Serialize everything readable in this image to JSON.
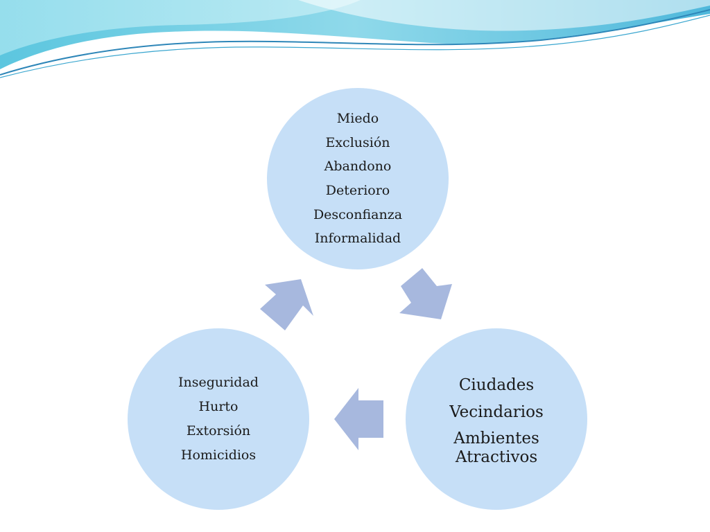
{
  "diagram": {
    "nodes": [
      {
        "id": "top",
        "lines": [
          "Miedo",
          "Exclusión",
          "Abandono",
          "Deterioro",
          "Desconfianza",
          "Informalidad"
        ]
      },
      {
        "id": "right",
        "lines": [
          "Ciudades",
          "Vecindarios",
          "Ambientes Atractivos"
        ]
      },
      {
        "id": "left",
        "lines": [
          "Inseguridad",
          "Hurto",
          "Extorsión",
          "Homicidios"
        ]
      }
    ],
    "flow": [
      "top",
      "right",
      "left",
      "top"
    ]
  },
  "colors": {
    "node_fill": "#c6dff7",
    "arrow_fill": "#a7b8de",
    "wave_light": "#9fe0ee",
    "wave_mid": "#56c4de",
    "wave_dark": "#2e86b8"
  }
}
